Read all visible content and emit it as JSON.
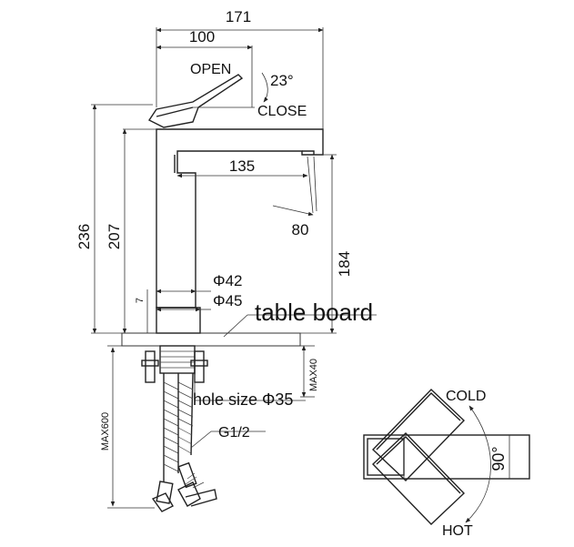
{
  "drawing": {
    "top_width": "171",
    "lever_width": "100",
    "open_label": "OPEN",
    "angle_label": "23°",
    "close_label": "CLOSE",
    "spout_reach": "135",
    "spout_drop": "80",
    "overall_height": "236",
    "body_height": "207",
    "spout_height": "184",
    "base_small": "7",
    "dia_inner": "Φ42",
    "dia_outer": "Φ45",
    "table_board_label": "table board",
    "hole_size_label": "hole size Φ35",
    "max_board_label": "MAX40",
    "thread_label": "G1/2",
    "hose_max_label": "MAX600",
    "cold_label": "COLD",
    "rotation_label": "90°",
    "hot_label": "HOT"
  }
}
